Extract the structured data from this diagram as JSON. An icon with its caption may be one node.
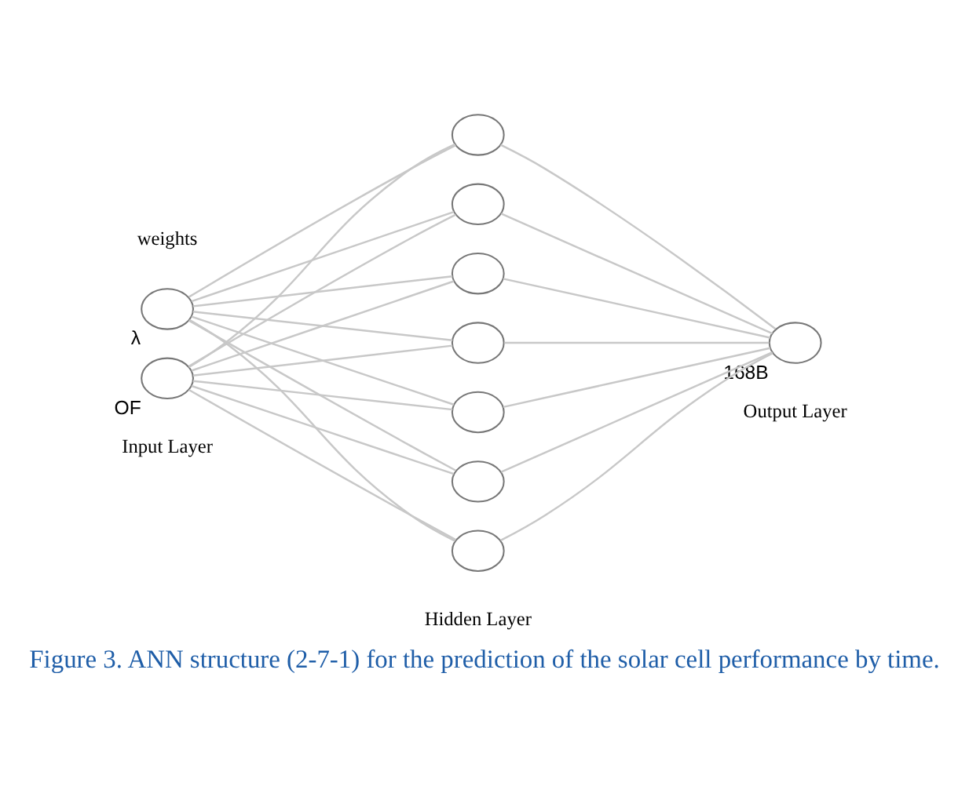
{
  "diagram": {
    "caption": "Figure 3. ANN structure (2-7-1) for the prediction of the solar cell performance by time.",
    "nodes": [
      {
        "text": [],
        "shape": "circle",
        "beside": [
          "λ"
        ]
      },
      {
        "text": [],
        "shape": "circle",
        "beside": [
          "OF"
        ]
      },
      {
        "text": [],
        "shape": "circle"
      },
      {
        "text": [],
        "shape": "circle"
      },
      {
        "text": [],
        "shape": "circle"
      },
      {
        "text": [],
        "shape": "circle"
      },
      {
        "text": [],
        "shape": "circle"
      },
      {
        "text": [],
        "shape": "circle"
      },
      {
        "text": [],
        "shape": "circle"
      },
      {
        "text": [],
        "shape": "circle",
        "beside": [
          "168B"
        ]
      }
    ],
    "edges": [
      {
        "from": 0,
        "to": 2,
        "arrow": "none"
      },
      {
        "from": 0,
        "to": 3,
        "arrow": "none"
      },
      {
        "from": 0,
        "to": 4,
        "arrow": "none"
      },
      {
        "from": 0,
        "to": 5,
        "arrow": "none"
      },
      {
        "from": 0,
        "to": 6,
        "arrow": "none"
      },
      {
        "from": 0,
        "to": 7,
        "arrow": "none"
      },
      {
        "from": 0,
        "to": 8,
        "arrow": "none"
      },
      {
        "from": 1,
        "to": 2,
        "arrow": "none"
      },
      {
        "from": 1,
        "to": 3,
        "arrow": "none"
      },
      {
        "from": 1,
        "to": 4,
        "arrow": "none"
      },
      {
        "from": 1,
        "to": 5,
        "arrow": "none"
      },
      {
        "from": 1,
        "to": 6,
        "arrow": "none"
      },
      {
        "from": 1,
        "to": 7,
        "arrow": "none"
      },
      {
        "from": 1,
        "to": 8,
        "arrow": "none"
      },
      {
        "from": 2,
        "to": 9,
        "arrow": "none"
      },
      {
        "from": 3,
        "to": 9,
        "arrow": "none"
      },
      {
        "from": 4,
        "to": 9,
        "arrow": "none"
      },
      {
        "from": 5,
        "to": 9,
        "arrow": "none"
      },
      {
        "from": 6,
        "to": 9,
        "arrow": "none"
      },
      {
        "from": 7,
        "to": 9,
        "arrow": "none"
      },
      {
        "from": 8,
        "to": 9,
        "arrow": "none"
      }
    ],
    "labels": [
      "weights",
      "Output Layer",
      "Input Layer",
      "Hidden Layer"
    ]
  }
}
